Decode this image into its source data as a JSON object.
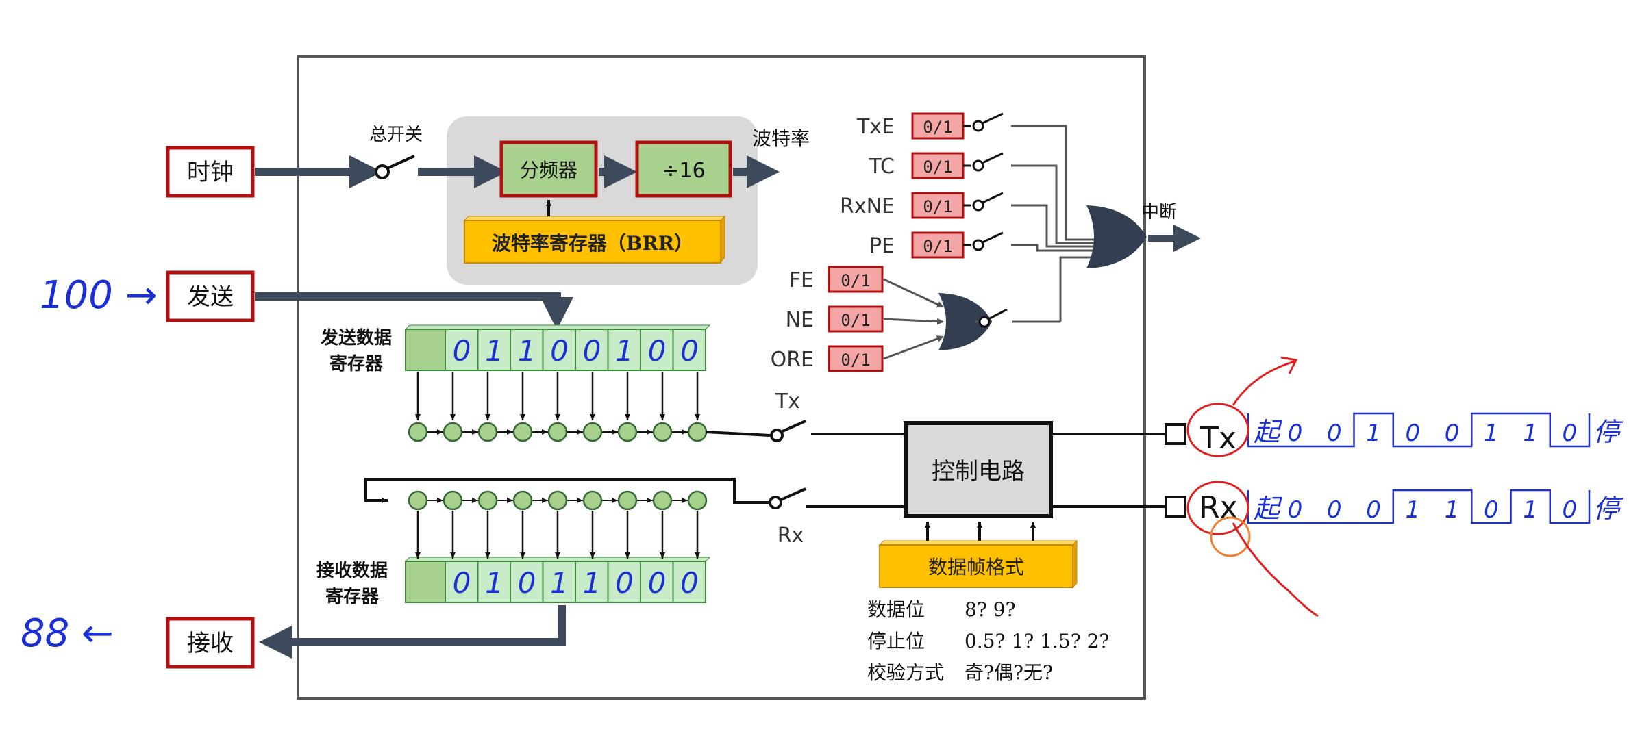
{
  "blocks": {
    "clock": "时钟",
    "send": "发送",
    "receive": "接收",
    "main_switch": "总开关",
    "divider": "分频器",
    "div16": "÷16",
    "baud_rate": "波特率",
    "brr": "波特率寄存器（BRR）",
    "interrupt": "中断",
    "tdr_line1": "发送数据",
    "tdr_line2": "寄存器",
    "rdr_line1": "接收数据",
    "rdr_line2": "寄存器",
    "control": "控制电路",
    "frame_format": "数据帧格式",
    "tx_switch": "Tx",
    "rx_switch": "Rx",
    "tx_pin": "Tx",
    "rx_pin": "Rx"
  },
  "flags": [
    {
      "name": "TxE",
      "value": "0/1"
    },
    {
      "name": "TC",
      "value": "0/1"
    },
    {
      "name": "RxNE",
      "value": "0/1"
    },
    {
      "name": "PE",
      "value": "0/1"
    }
  ],
  "error_flags": [
    {
      "name": "FE",
      "value": "0/1"
    },
    {
      "name": "NE",
      "value": "0/1"
    },
    {
      "name": "ORE",
      "value": "0/1"
    }
  ],
  "frame_options": [
    {
      "label": "数据位",
      "value": "8? 9?"
    },
    {
      "label": "停止位",
      "value": "0.5? 1? 1.5? 2?"
    },
    {
      "label": "校验方式",
      "value": "奇?偶?无?"
    }
  ],
  "annotations": {
    "send_value": "100 →",
    "receive_value": "88 ←",
    "tdr_bits": [
      "0",
      "1",
      "1",
      "0",
      "0",
      "1",
      "0",
      "0"
    ],
    "rdr_bits": [
      "0",
      "1",
      "0",
      "1",
      "1",
      "0",
      "0",
      "0"
    ],
    "tx_wave": [
      "起",
      "0",
      "0",
      "1",
      "0",
      "0",
      "1",
      "1",
      "0",
      "停"
    ],
    "rx_wave": [
      "起",
      "0",
      "0",
      "0",
      "1",
      "1",
      "0",
      "1",
      "0",
      "停"
    ]
  }
}
